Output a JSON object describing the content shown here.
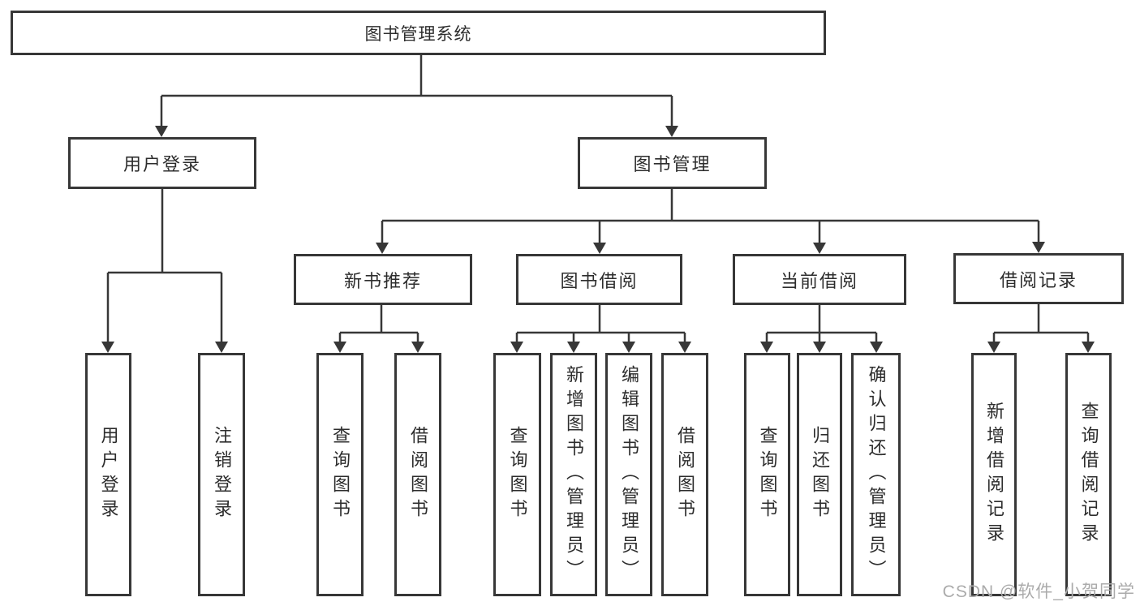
{
  "diagram": {
    "root": "图书管理系统",
    "level2": [
      {
        "label": "用户登录",
        "children": [
          "用户登录",
          "注销登录"
        ]
      },
      {
        "label": "图书管理",
        "sections": [
          {
            "label": "新书推荐",
            "children": [
              "查询图书",
              "借阅图书"
            ]
          },
          {
            "label": "图书借阅",
            "children": [
              "查询图书",
              "新增图书（管理员）",
              "编辑图书（管理员）",
              "借阅图书"
            ]
          },
          {
            "label": "当前借阅",
            "children": [
              "查询图书",
              "归还图书",
              "确认归还（管理员）"
            ]
          },
          {
            "label": "借阅记录",
            "children": [
              "新增借阅记录",
              "查询借阅记录"
            ]
          }
        ]
      }
    ]
  },
  "watermark": "CSDN @软件_小贺同学",
  "colors": {
    "line": "#373737",
    "box_border": "#373737",
    "text": "#2d2d2d",
    "background": "#ffffff",
    "watermark": "#ababab"
  }
}
